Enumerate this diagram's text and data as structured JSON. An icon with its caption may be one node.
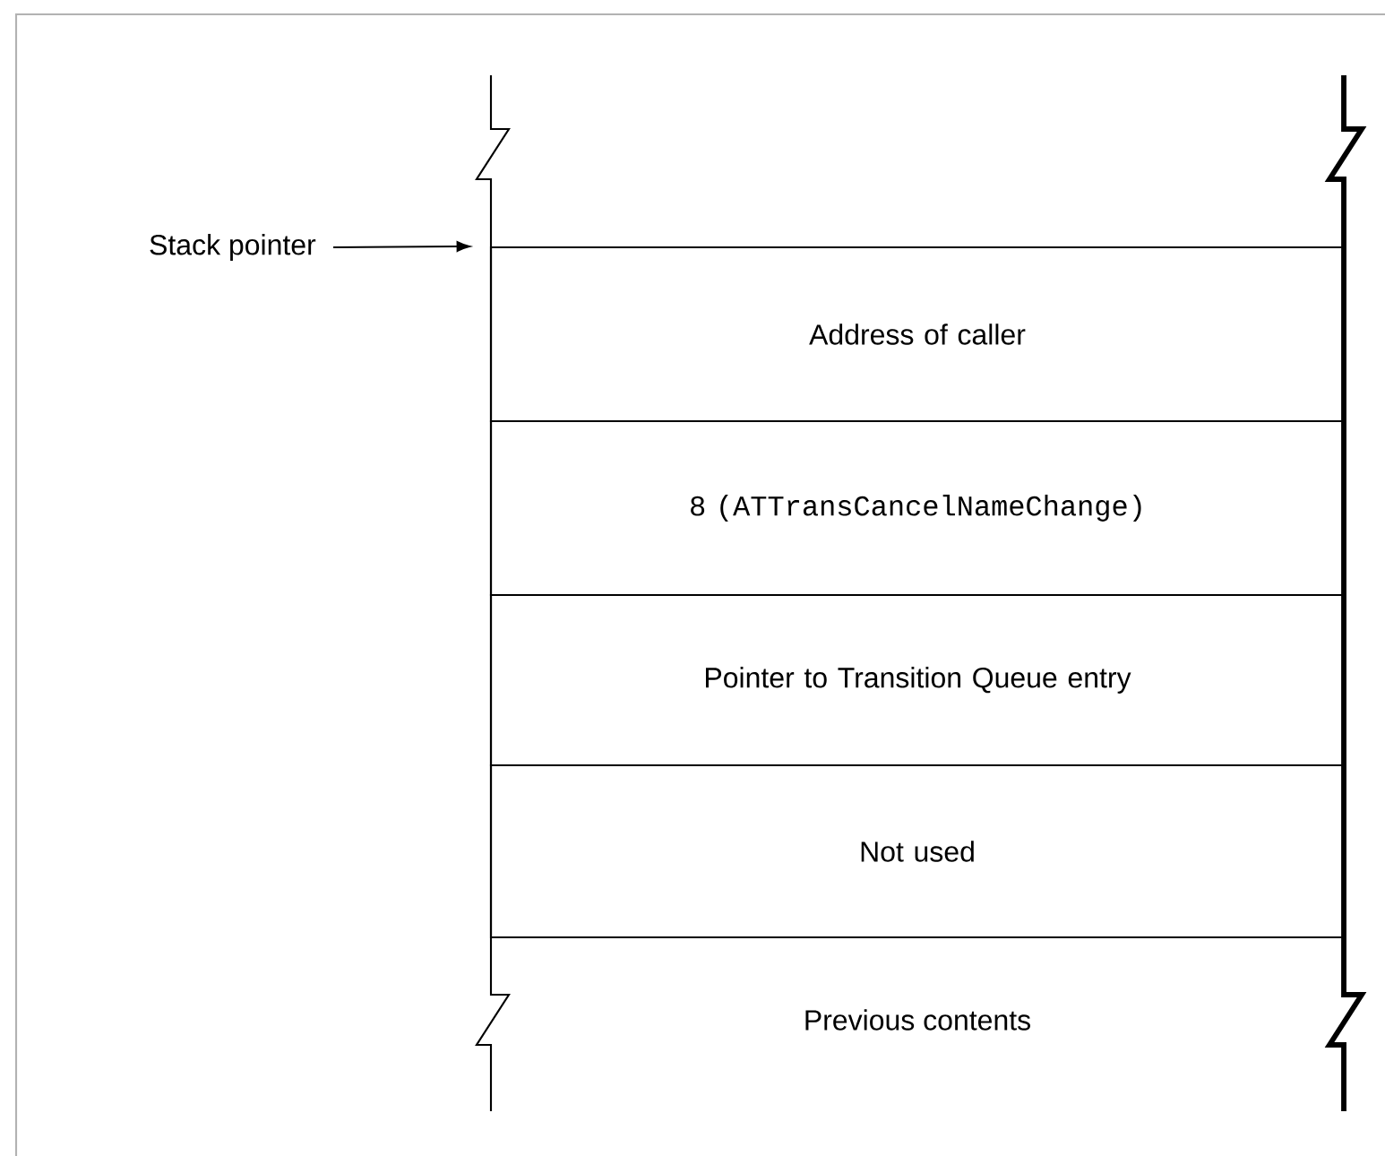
{
  "diagram": {
    "nodes": [
      {
        "text": [
          "Stack pointer"
        ]
      },
      {
        "text": [
          "Address of caller"
        ]
      },
      {
        "text": [
          "8 (ATTransCancelNameChange)"
        ]
      },
      {
        "text": [
          "Pointer to Transition Queue entry"
        ]
      },
      {
        "text": [
          "Not used"
        ]
      },
      {
        "text": [
          "Previous contents"
        ]
      }
    ],
    "edges": [
      {
        "from": 0,
        "to": 1,
        "arrow": "to"
      }
    ]
  }
}
